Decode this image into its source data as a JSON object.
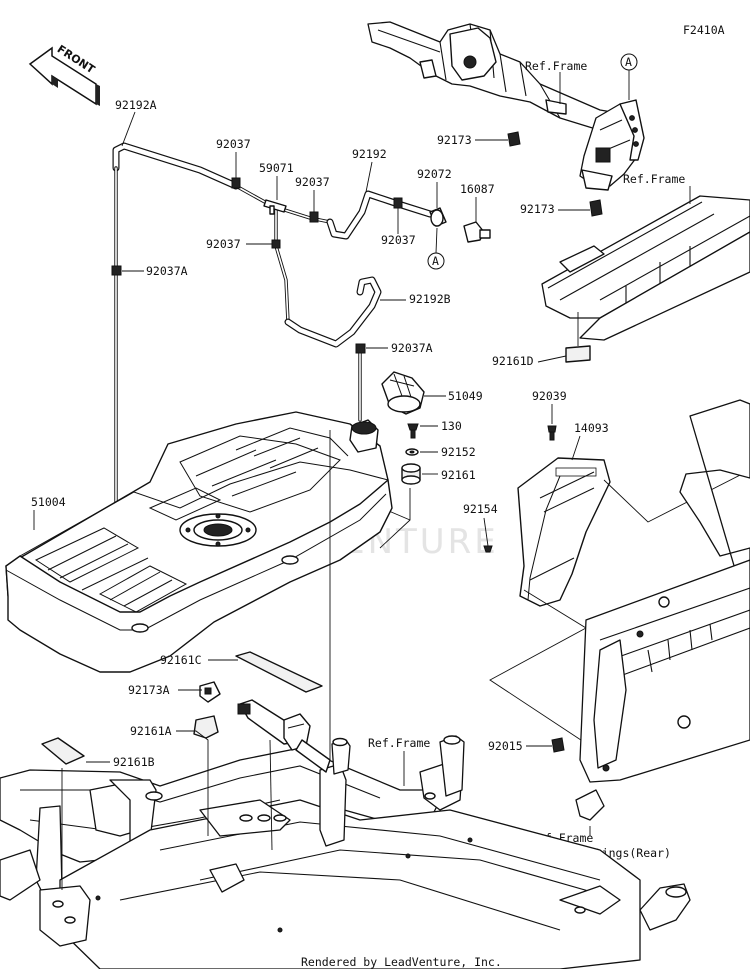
{
  "diagram_code": "F2410A",
  "front_label": "FRONT",
  "watermark": "ADVENTURE",
  "footer": "Rendered by LeadVenture, Inc.",
  "callout_letter": "A",
  "labels": {
    "p92192A": "92192A",
    "p92037_top": "92037",
    "p59071": "59071",
    "p92037_mid": "92037",
    "p92192": "92192",
    "p92072": "92072",
    "p16087": "16087",
    "p92037_left": "92037",
    "p92037_right": "92037",
    "p92037A_top": "92037A",
    "p92192B": "92192B",
    "p92037A_low": "92037A",
    "p51049": "51049",
    "p130": "130",
    "p92152": "92152",
    "p92161": "92161",
    "p51004": "51004",
    "p92173_top": "92173",
    "p92173_low": "92173",
    "refframe_top": "Ref.Frame",
    "refframe_right": "Ref.Frame",
    "p92161D": "92161D",
    "p92039": "92039",
    "p14093": "14093",
    "p92154": "92154",
    "p92161C": "92161C",
    "p92173A": "92173A",
    "p92161A": "92161A",
    "p92161B": "92161B",
    "refframe_bottom": "Ref.Frame",
    "p92015": "92015",
    "refframe_rear": "Ref.Frame",
    "fittings_rear": "Fittings(Rear)"
  }
}
